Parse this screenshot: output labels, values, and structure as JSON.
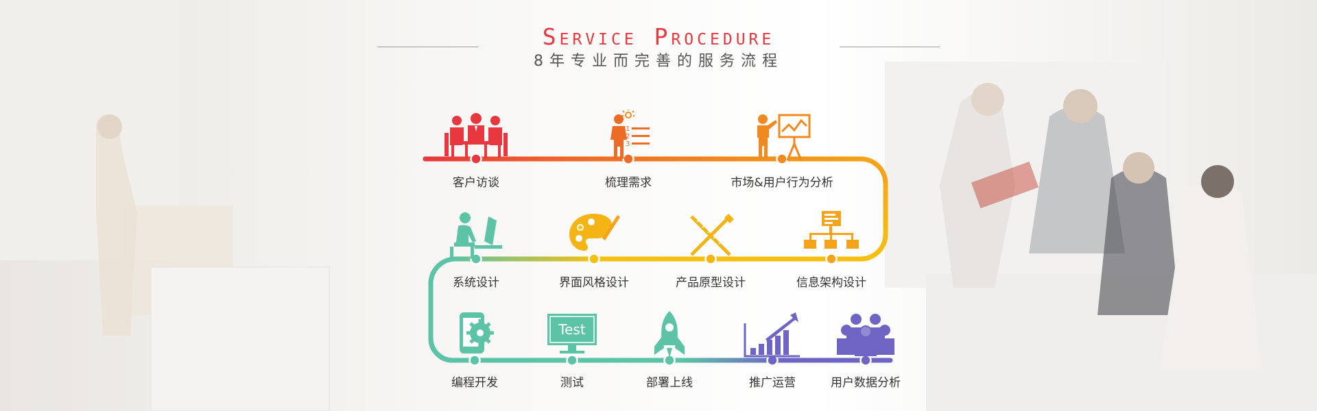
{
  "header": {
    "title": "Service Procedure",
    "subtitle": "8年专业而完善的服务流程"
  },
  "colors": {
    "title": "#e8373e",
    "row1_start": "#e8373e",
    "row1_end": "#f5a31a",
    "row2_start": "#5cc3a6",
    "row2_end": "#f5c012",
    "row3_start": "#5cc3a6",
    "row3_end": "#6e64c4"
  },
  "steps": [
    {
      "label": "客户访谈",
      "icon": "meeting-icon",
      "color": "#e8373e"
    },
    {
      "label": "梳理需求",
      "icon": "requirements-list-icon",
      "color": "#ee6a27"
    },
    {
      "label": "市场&用户行为分析",
      "icon": "presentation-board-icon",
      "color": "#f0891f"
    },
    {
      "label": "信息架构设计",
      "icon": "sitemap-icon",
      "color": "#f5a31a"
    },
    {
      "label": "产品原型设计",
      "icon": "ruler-pencil-icon",
      "color": "#f5b415"
    },
    {
      "label": "界面风格设计",
      "icon": "palette-icon",
      "color": "#f5c012"
    },
    {
      "label": "系统设计",
      "icon": "computer-user-icon",
      "color": "#5cc3a6"
    },
    {
      "label": "编程开发",
      "icon": "phone-gear-icon",
      "color": "#5cc3a6"
    },
    {
      "label": "测试",
      "icon": "test-monitor-icon",
      "color": "#5cc3a6"
    },
    {
      "label": "部署上线",
      "icon": "rocket-icon",
      "color": "#5cc3a6"
    },
    {
      "label": "推广运营",
      "icon": "growth-chart-icon",
      "color": "#6e64c4"
    },
    {
      "label": "用户数据分析",
      "icon": "user-group-icon",
      "color": "#6e64c4"
    }
  ]
}
